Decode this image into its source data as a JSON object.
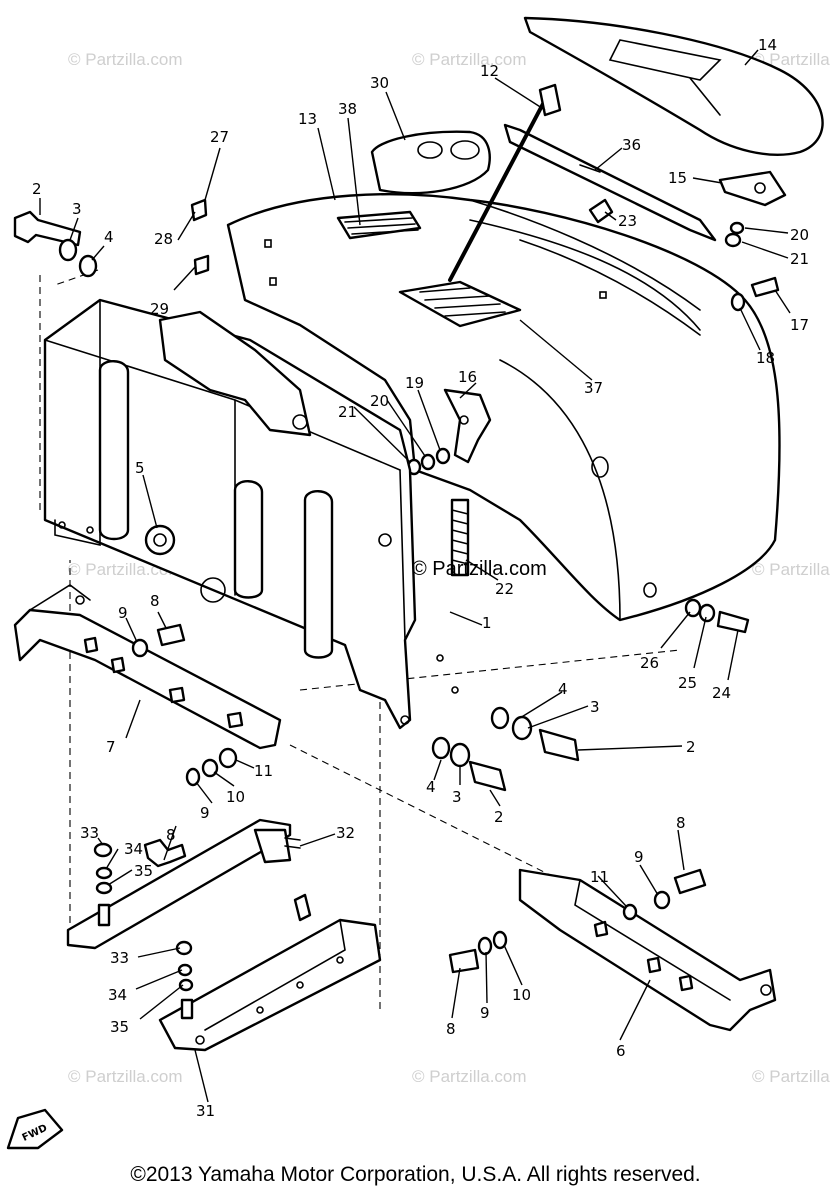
{
  "watermarks": [
    "© Partzilla.com",
    "© Partzilla.com",
    "© Partzilla.com",
    "© Partzilla.com",
    "© Partzilla.com",
    "© Partzilla.com",
    "© Partzilla.com",
    "© Partzilla.com",
    "© Partzilla.com"
  ],
  "center_watermark": "© Partzilla.com",
  "fwd_label": "FWD",
  "copyright": "©2013  Yamaha Motor Corporation, U.S.A. All rights reserved.",
  "callouts": [
    "2",
    "3",
    "4",
    "27",
    "28",
    "29",
    "13",
    "38",
    "30",
    "12",
    "14",
    "36",
    "15",
    "20",
    "21",
    "23",
    "17",
    "18",
    "37",
    "5",
    "21",
    "20",
    "19",
    "16",
    "22",
    "1",
    "26",
    "25",
    "24",
    "8",
    "9",
    "7",
    "4",
    "3",
    "2",
    "4",
    "3",
    "2",
    "11",
    "10",
    "9",
    "8",
    "33",
    "34",
    "35",
    "32",
    "8",
    "9",
    "11",
    "33",
    "34",
    "35",
    "10",
    "9",
    "8",
    "6",
    "31"
  ]
}
